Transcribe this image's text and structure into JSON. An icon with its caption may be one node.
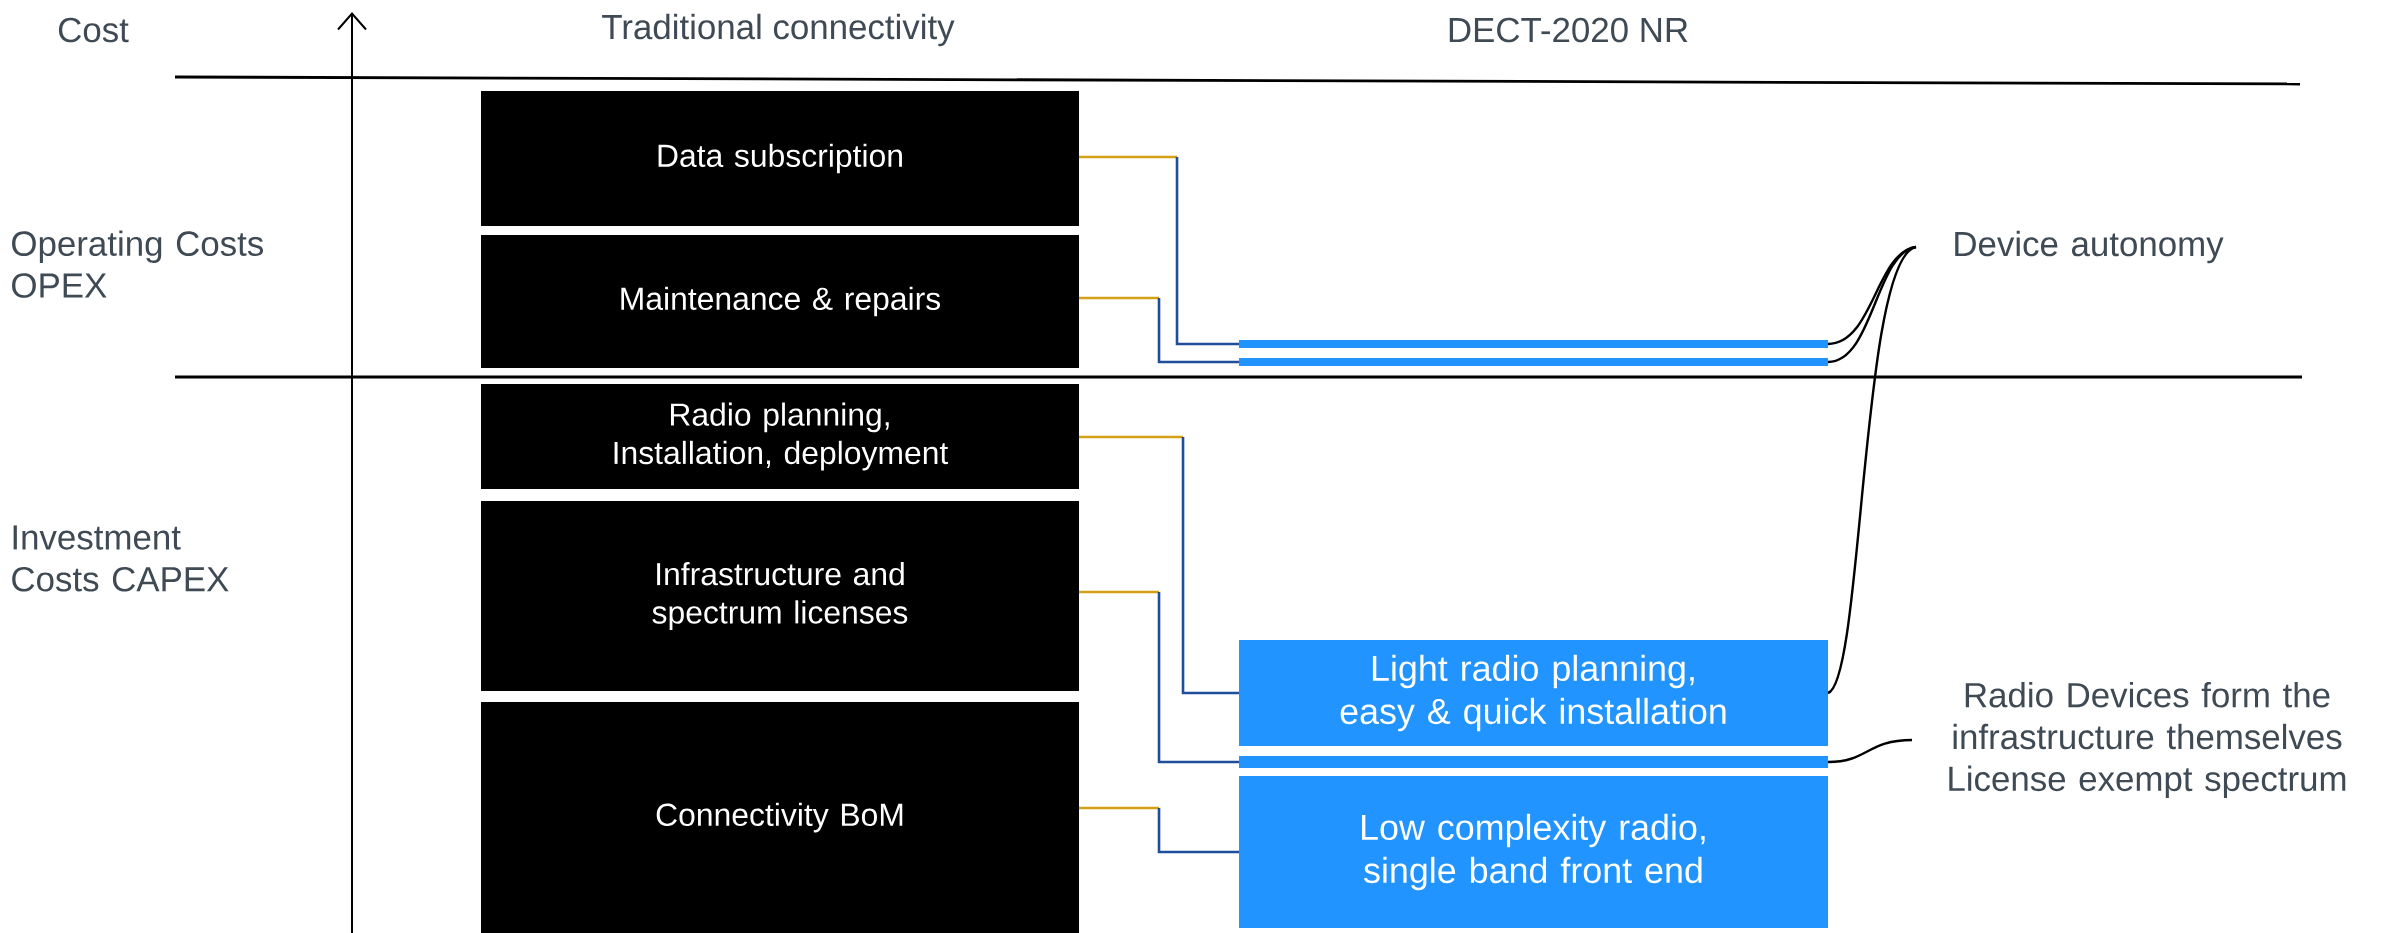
{
  "diagram": {
    "nodes": [
      {
        "text": [
          "Data subscription"
        ]
      },
      {
        "text": [
          "Maintenance & repairs"
        ]
      },
      {
        "text": [
          "Radio planning, Installation, deployment"
        ]
      },
      {
        "text": [
          "Infrastructure and spectrum licenses"
        ]
      },
      {
        "text": [
          "Connectivity BoM"
        ]
      },
      {
        "text": [],
        "shape": "bar"
      },
      {
        "text": [],
        "shape": "bar"
      },
      {
        "text": [
          "Light radio planning, easy & quick installation"
        ]
      },
      {
        "text": [],
        "shape": "bar"
      },
      {
        "text": [
          "Low complexity radio, single band front end"
        ]
      },
      {
        "text": [
          "Device autonomy"
        ]
      },
      {
        "text": [
          "Radio Devices form the infrastructure themselves",
          "License exempt spectrum"
        ]
      }
    ],
    "edges": [
      {
        "from": 0,
        "to": 5,
        "arrow": "none"
      },
      {
        "from": 1,
        "to": 6,
        "arrow": "none"
      },
      {
        "from": 2,
        "to": 7,
        "arrow": "none"
      },
      {
        "from": 3,
        "to": 8,
        "arrow": "none"
      },
      {
        "from": 4,
        "to": 9,
        "arrow": "none"
      },
      {
        "from": 5,
        "to": 10,
        "arrow": "none",
        "color": "#000000"
      },
      {
        "from": 6,
        "to": 10,
        "arrow": "none",
        "color": "#000000"
      },
      {
        "from": 7,
        "to": 10,
        "arrow": "none",
        "color": "#000000"
      },
      {
        "from": 8,
        "to": 11,
        "arrow": "none",
        "color": "#000000"
      }
    ],
    "labels": [
      "Cost",
      "Traditional connectivity",
      "DECT-2020 NR",
      "Operating Costs OPEX",
      "Investment Costs CAPEX"
    ]
  }
}
